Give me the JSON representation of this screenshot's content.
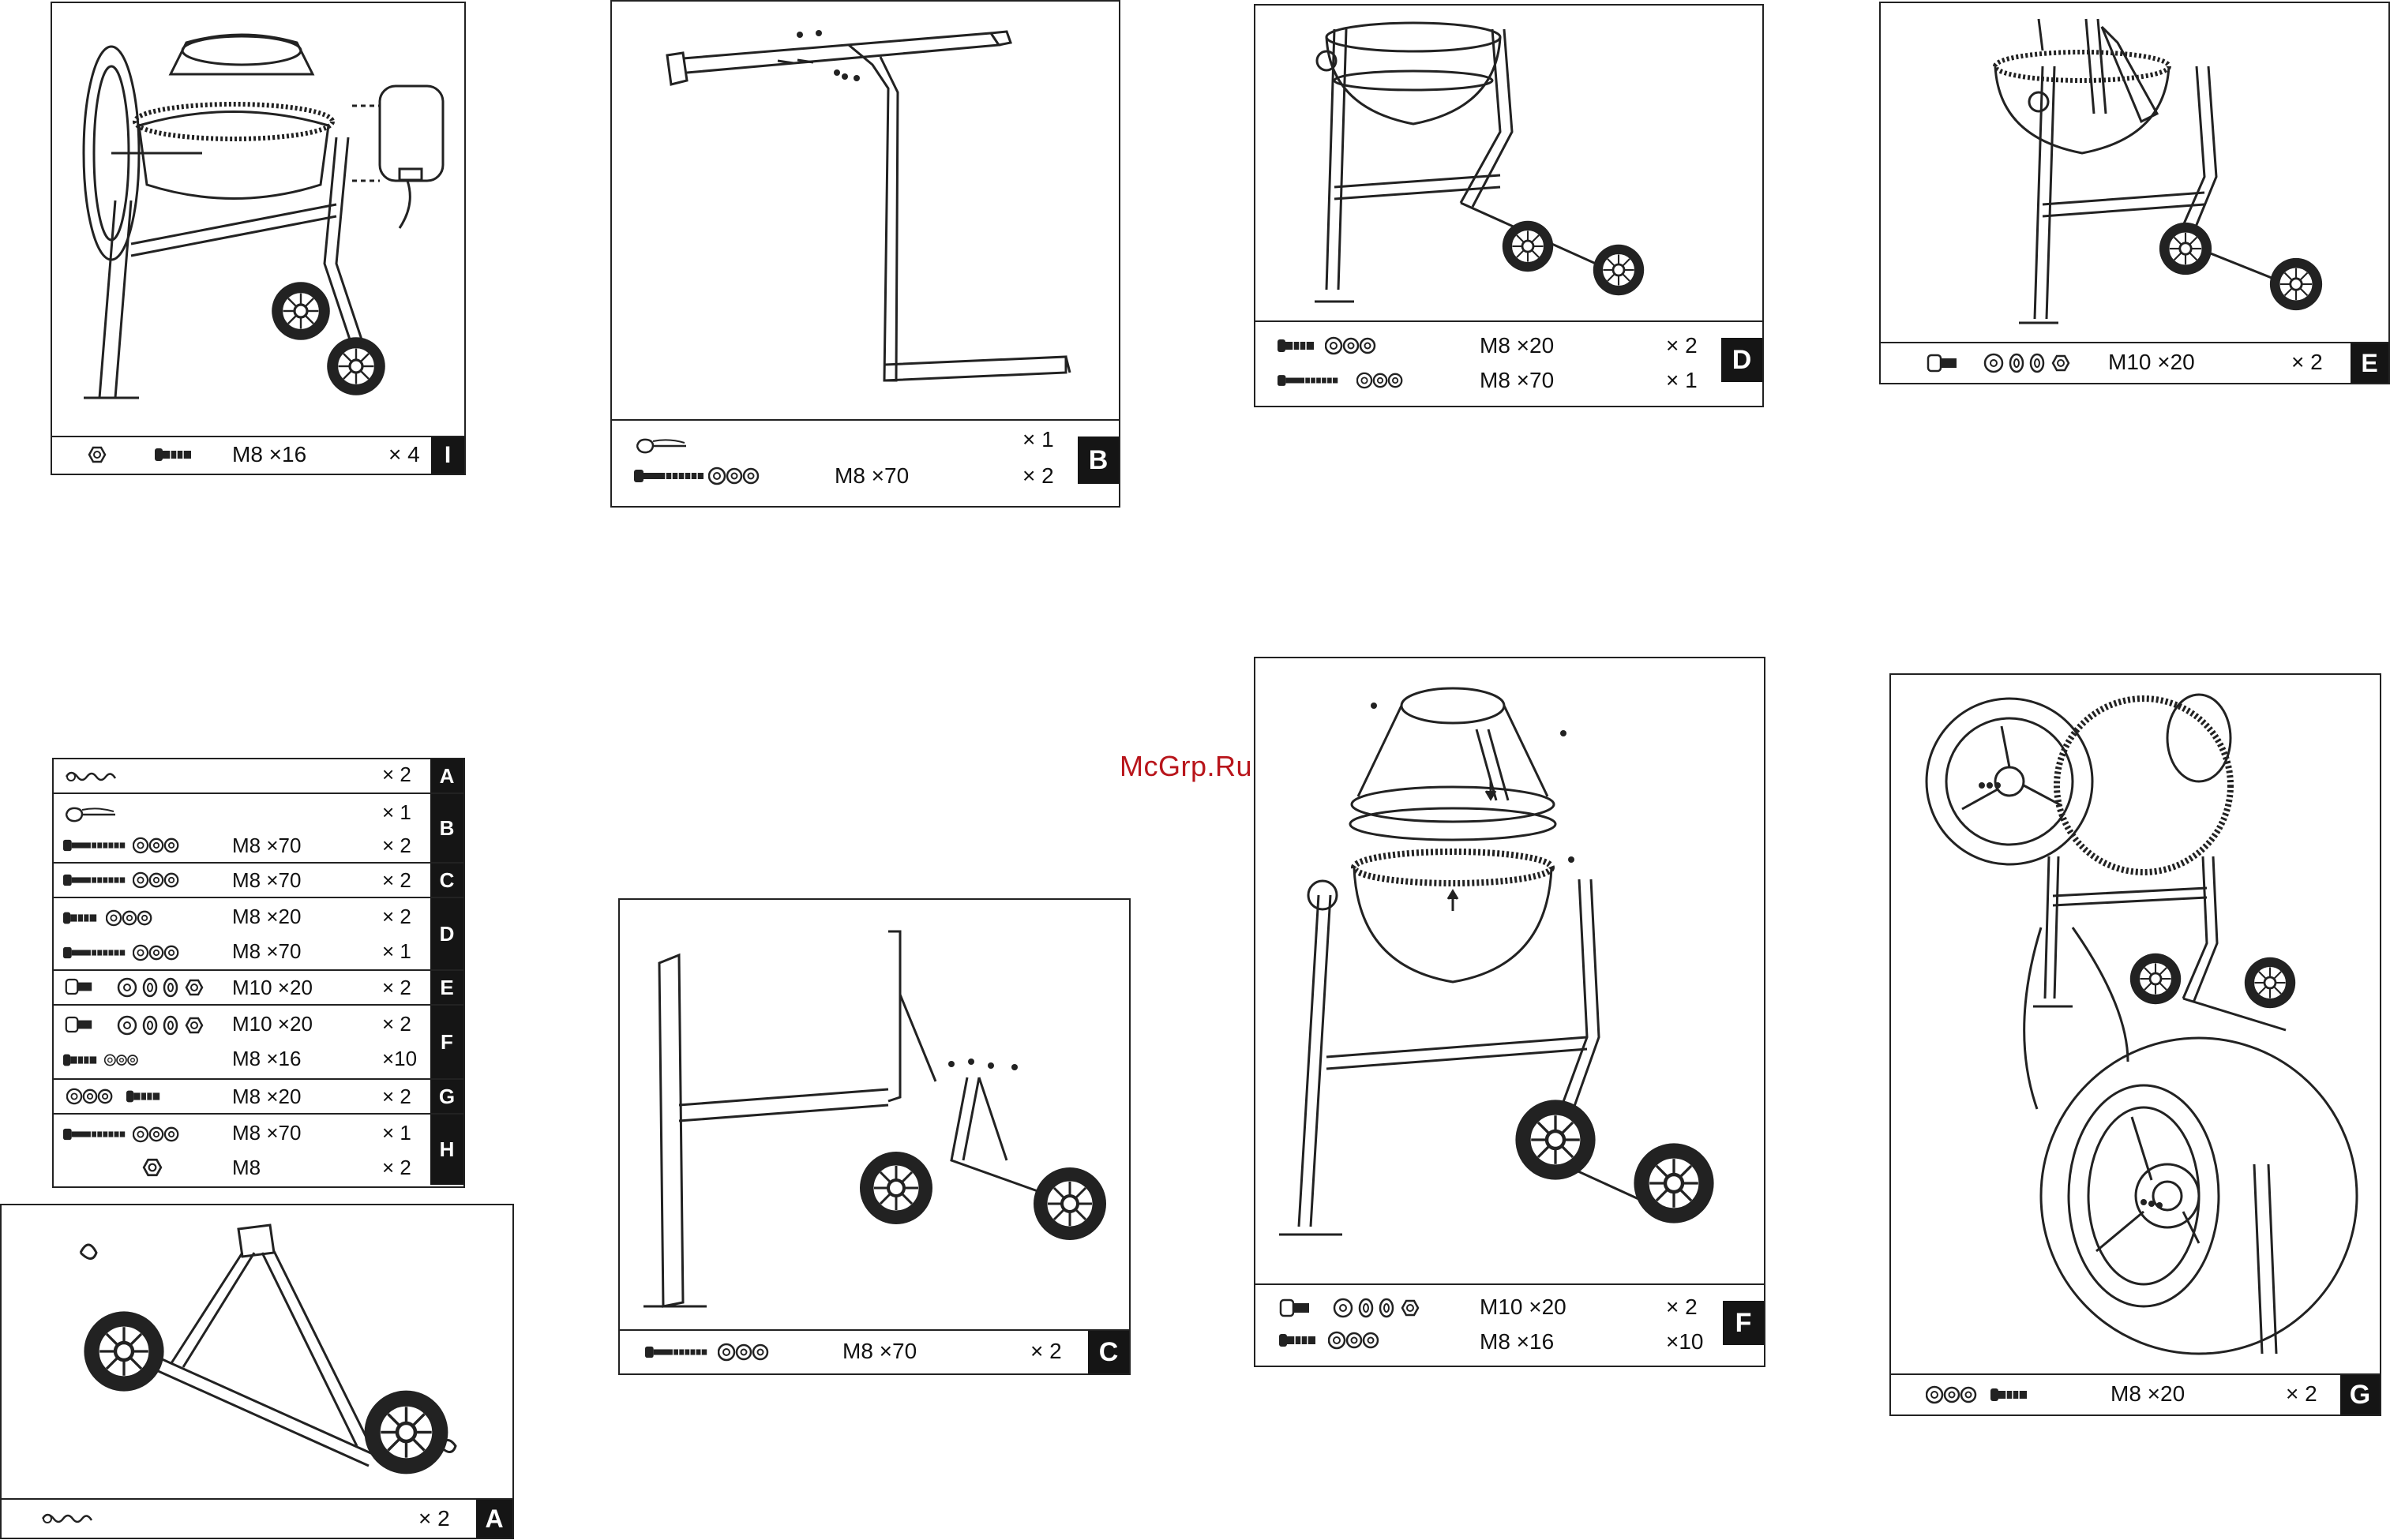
{
  "watermark": "McGrp.Ru",
  "steps": {
    "I": {
      "label": "I",
      "spec": "M8 ×16",
      "qty": "× 4"
    },
    "B": {
      "label": "B",
      "rows": [
        {
          "spec": "",
          "qty": "× 1"
        },
        {
          "spec": "M8 ×70",
          "qty": "× 2"
        }
      ]
    },
    "D": {
      "label": "D",
      "rows": [
        {
          "spec": "M8 ×20",
          "qty": "× 2"
        },
        {
          "spec": "M8 ×70",
          "qty": "× 1"
        }
      ]
    },
    "E": {
      "label": "E",
      "spec": "M10 ×20",
      "qty": "× 2"
    },
    "C": {
      "label": "C",
      "spec": "M8 ×70",
      "qty": "× 2"
    },
    "F": {
      "label": "F",
      "rows": [
        {
          "spec": "M10 ×20",
          "qty": "× 2"
        },
        {
          "spec": "M8 ×16",
          "qty": "×10"
        }
      ]
    },
    "G": {
      "label": "G",
      "spec": "M8 ×20",
      "qty": "× 2"
    },
    "A": {
      "label": "A",
      "qty": "× 2"
    }
  },
  "parts_list": [
    {
      "label": "A",
      "lines": [
        {
          "spec": "",
          "qty": "× 2"
        }
      ]
    },
    {
      "label": "B",
      "lines": [
        {
          "spec": "",
          "qty": "× 1"
        },
        {
          "spec": "M8 ×70",
          "qty": "× 2"
        }
      ]
    },
    {
      "label": "C",
      "lines": [
        {
          "spec": "M8 ×70",
          "qty": "× 2"
        }
      ]
    },
    {
      "label": "D",
      "lines": [
        {
          "spec": "M8 ×20",
          "qty": "× 2"
        },
        {
          "spec": "M8 ×70",
          "qty": "× 1"
        }
      ]
    },
    {
      "label": "E",
      "lines": [
        {
          "spec": "M10 ×20",
          "qty": "× 2"
        }
      ]
    },
    {
      "label": "F",
      "lines": [
        {
          "spec": "M10 ×20",
          "qty": "× 2"
        },
        {
          "spec": "M8 ×16",
          "qty": "×10"
        }
      ]
    },
    {
      "label": "G",
      "lines": [
        {
          "spec": "M8 ×20",
          "qty": "× 2"
        }
      ]
    },
    {
      "label": "H",
      "lines": [
        {
          "spec": "M8 ×70",
          "qty": "× 1"
        },
        {
          "spec": "M8",
          "qty": "× 2"
        }
      ]
    }
  ]
}
